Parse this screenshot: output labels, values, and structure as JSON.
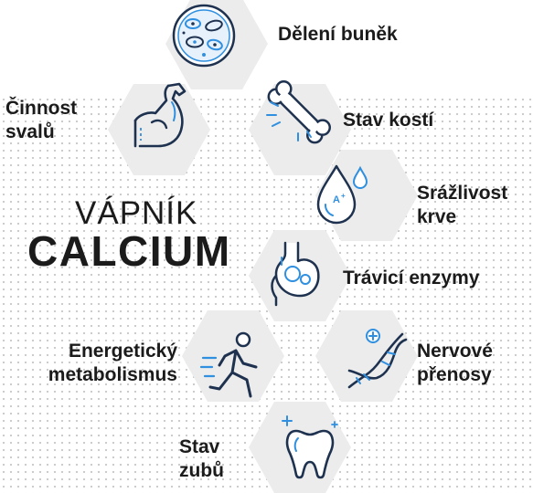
{
  "title": {
    "top": "VÁPNÍK",
    "main": "CALCIUM"
  },
  "items": [
    {
      "id": "cell",
      "lines": [
        "Dělení buněk"
      ],
      "icon": "cell-icon"
    },
    {
      "id": "muscle",
      "lines": [
        "Činnost",
        "svalů"
      ],
      "icon": "muscle-arm-icon"
    },
    {
      "id": "bone",
      "lines": [
        "Stav kostí"
      ],
      "icon": "bone-icon"
    },
    {
      "id": "blood",
      "lines": [
        "Srážlivost",
        "krve"
      ],
      "icon": "blood-drop-icon"
    },
    {
      "id": "digestion",
      "lines": [
        "Trávicí enzymy"
      ],
      "icon": "stomach-icon"
    },
    {
      "id": "energy",
      "lines": [
        "Energetický",
        "metabolismus"
      ],
      "icon": "runner-icon"
    },
    {
      "id": "nerve",
      "lines": [
        "Nervové",
        "přenosy"
      ],
      "icon": "dna-icon"
    },
    {
      "id": "teeth",
      "lines": [
        "Stav",
        "zubů"
      ],
      "icon": "tooth-icon"
    }
  ],
  "colors": {
    "text": "#1b1b1b",
    "icon_dark": "#1e3250",
    "icon_blue": "#2f8fe0",
    "hex": "#ececec"
  }
}
